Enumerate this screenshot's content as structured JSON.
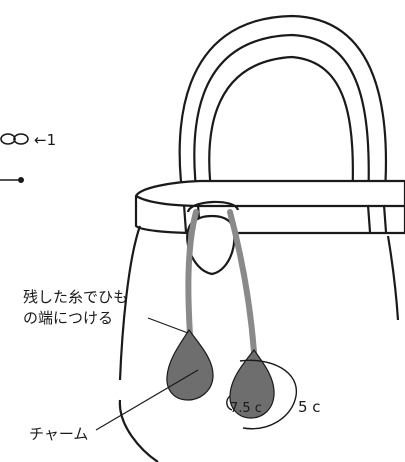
{
  "labels": {
    "loop_step": "←1",
    "attach_line1": "残した糸でひも",
    "attach_line2": "の端につける",
    "charm": "チャーム",
    "dim_inner": "7.5 c",
    "dim_outer": "5 c"
  },
  "colors": {
    "outline": "#1a1a1a",
    "cord": "#8a8a8a",
    "charm_fill": "#6e6e6e",
    "background": "#ffffff"
  }
}
